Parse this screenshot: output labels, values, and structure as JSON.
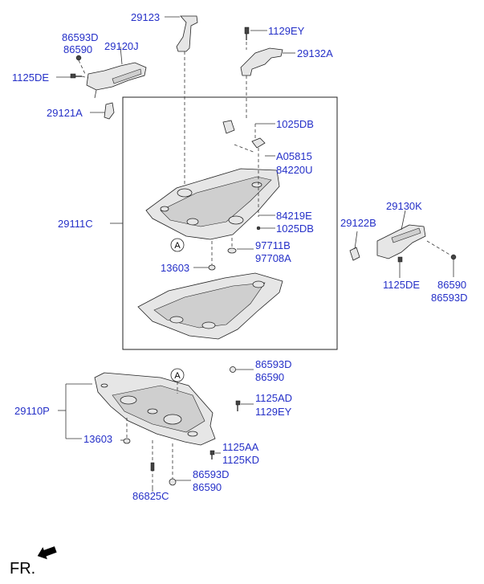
{
  "labels": {
    "p29123": "29123",
    "p1129EY_top": "1129EY",
    "p86593D_tl": "86593D",
    "p86590_tl": "86590",
    "p29120J": "29120J",
    "p29132A": "29132A",
    "p1125DE_tl": "1125DE",
    "p29121A": "29121A",
    "p1025DB_a": "1025DB",
    "pA05815": "A05815",
    "p84220U": "84220U",
    "p29111C": "29111C",
    "p84219E": "84219E",
    "p1025DB_b": "1025DB",
    "p97711B": "97711B",
    "p97708A": "97708A",
    "p13603_a": "13603",
    "p29130K": "29130K",
    "p29122B": "29122B",
    "p1125DE_r": "1125DE",
    "p86590_r": "86590",
    "p86593D_r": "86593D",
    "p86593D_m": "86593D",
    "p86590_m": "86590",
    "p29110P": "29110P",
    "p1125AD": "1125AD",
    "p1129EY_m": "1129EY",
    "p13603_b": "13603",
    "p1125AA": "1125AA",
    "p1125KD": "1125KD",
    "p86593D_b": "86593D",
    "p86590_b": "86590",
    "p86825C": "86825C",
    "ref_a1": "A",
    "ref_a2": "A",
    "front": "FR."
  }
}
